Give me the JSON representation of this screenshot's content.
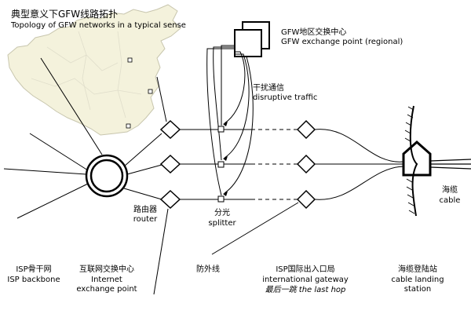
{
  "header": {
    "title": "典型意义下GFW线路拓扑",
    "subtitle": "Topology of GFW networks in a typical sense"
  },
  "labels": {
    "gfw_center_zh": "GFW地区交换中心",
    "gfw_center_en": "GFW exchange point (regional)",
    "disruptive_zh": "干扰通信",
    "disruptive_en": "disruptive traffic",
    "router_zh": "路由器",
    "router_en": "router",
    "splitter_zh": "分光",
    "splitter_en": "splitter",
    "cable_zh": "海缆",
    "cable_en": "cable"
  },
  "footer": {
    "isp_zh": "ISP骨干网",
    "isp_en": "ISP backbone",
    "ix_zh": "互联网交换中心",
    "ix_en1": "Internet",
    "ix_en2": "exchange point",
    "firewall_zh": "防外线",
    "gateway_zh": "ISP国际出入口局",
    "gateway_en": "international gateway",
    "lasthop": "最后一跳 the last hop",
    "landing_zh": "海缆登陆站",
    "landing_en1": "cable landing",
    "landing_en2": "station"
  },
  "colors": {
    "map_fill": "#f4f2dc",
    "map_stroke": "#c8c6ae",
    "line": "#000000"
  }
}
